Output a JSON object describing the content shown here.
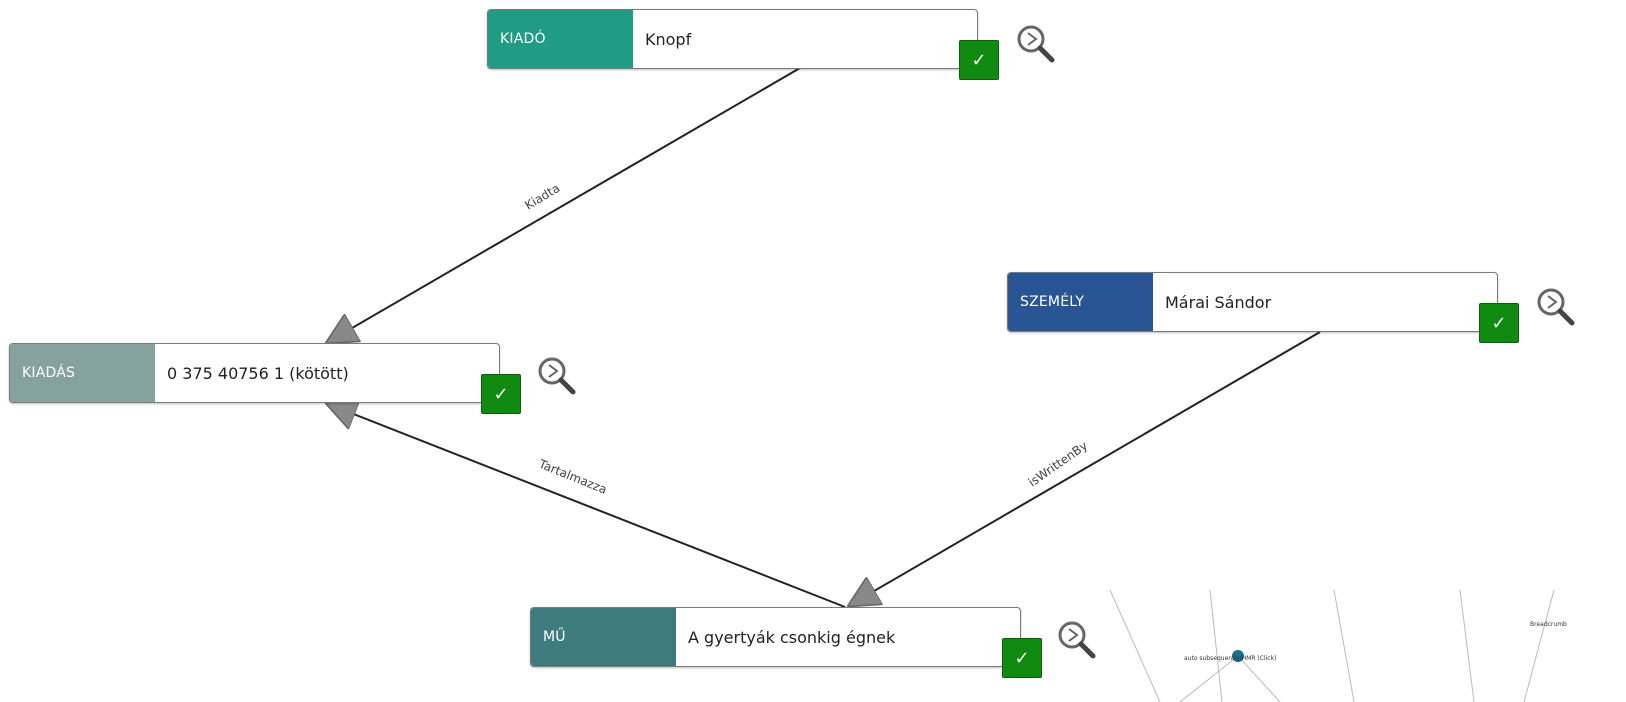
{
  "nodes": [
    {
      "id": "kiado",
      "type_label": "KIADÓ",
      "value": "Knopf",
      "color": "#1f9c83"
    },
    {
      "id": "kiadas",
      "type_label": "KIADÁS",
      "value": "0 375 40756 1 (kötött)",
      "color": "#85a29e"
    },
    {
      "id": "szemely",
      "type_label": "SZEMÉLY",
      "value": "Márai Sándor",
      "color": "#2a5595"
    },
    {
      "id": "mu",
      "type_label": "MŰ",
      "value": "A gyertyák csonkig égnek",
      "color": "#3e7b7d"
    }
  ],
  "edges": {
    "kiadta": "Kiadta",
    "tartalmazza": "Tartalmazza",
    "iswrittenby": "isWrittenBy"
  },
  "check_symbol": "✓",
  "minimap": {
    "label_center": "auto subsequently/HMR (Click)",
    "label_right": "Breadcrumb"
  }
}
